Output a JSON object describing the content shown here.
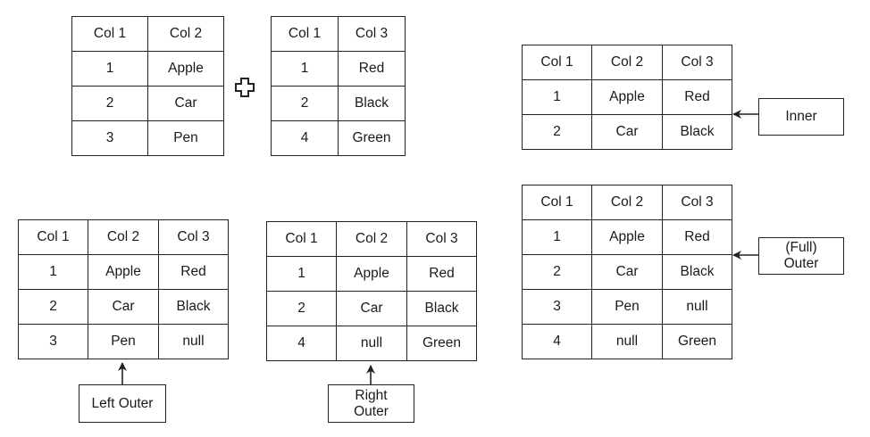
{
  "operator_symbol": "plus-outline",
  "colors": {
    "line": "#222222",
    "background": "#ffffff"
  },
  "input_tables": {
    "left": {
      "headers": [
        "Col 1",
        "Col 2"
      ],
      "rows": [
        [
          "1",
          "Apple"
        ],
        [
          "2",
          "Car"
        ],
        [
          "3",
          "Pen"
        ]
      ]
    },
    "right": {
      "headers": [
        "Col 1",
        "Col 3"
      ],
      "rows": [
        [
          "1",
          "Red"
        ],
        [
          "2",
          "Black"
        ],
        [
          "4",
          "Green"
        ]
      ]
    }
  },
  "results": {
    "inner": {
      "label": "Inner",
      "headers": [
        "Col 1",
        "Col 2",
        "Col 3"
      ],
      "rows": [
        [
          "1",
          "Apple",
          "Red"
        ],
        [
          "2",
          "Car",
          "Black"
        ]
      ]
    },
    "left_outer": {
      "label": "Left Outer",
      "headers": [
        "Col 1",
        "Col 2",
        "Col 3"
      ],
      "rows": [
        [
          "1",
          "Apple",
          "Red"
        ],
        [
          "2",
          "Car",
          "Black"
        ],
        [
          "3",
          "Pen",
          "null"
        ]
      ]
    },
    "right_outer": {
      "label": "Right\nOuter",
      "headers": [
        "Col 1",
        "Col 2",
        "Col 3"
      ],
      "rows": [
        [
          "1",
          "Apple",
          "Red"
        ],
        [
          "2",
          "Car",
          "Black"
        ],
        [
          "4",
          "null",
          "Green"
        ]
      ]
    },
    "full_outer": {
      "label": "(Full)\nOuter",
      "headers": [
        "Col 1",
        "Col 2",
        "Col 3"
      ],
      "rows": [
        [
          "1",
          "Apple",
          "Red"
        ],
        [
          "2",
          "Car",
          "Black"
        ],
        [
          "3",
          "Pen",
          "null"
        ],
        [
          "4",
          "null",
          "Green"
        ]
      ]
    }
  }
}
